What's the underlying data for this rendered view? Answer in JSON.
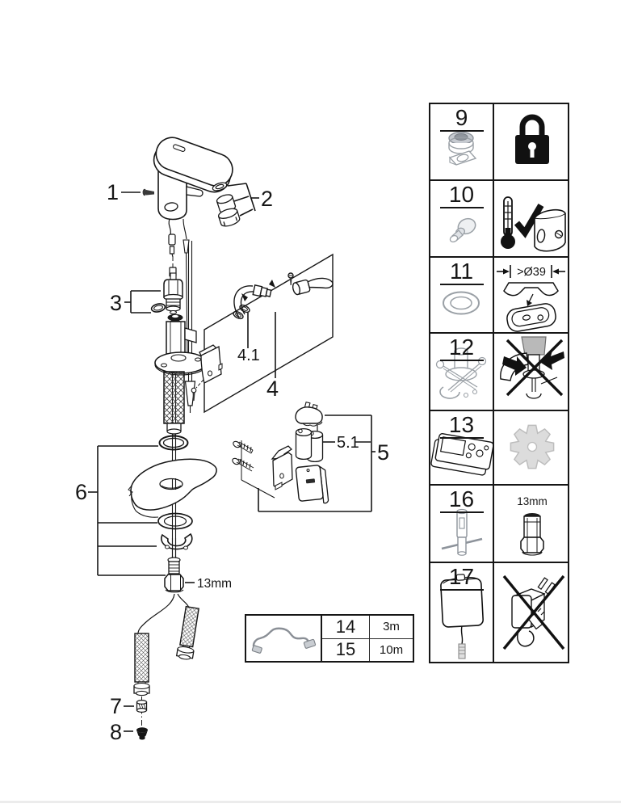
{
  "diagram": {
    "labels": {
      "p1": "1",
      "p2": "2",
      "p3": "3",
      "p4": "4",
      "p4_1": "4.1",
      "p5": "5",
      "p5_1": "5.1",
      "p6": "6",
      "p7": "7",
      "p8": "8",
      "nut_size": "13mm"
    }
  },
  "reference_grid": {
    "rows": [
      {
        "number": "9",
        "left_icon": "aerator-flow-restrictor-icon",
        "right_icon": "padlock-icon"
      },
      {
        "number": "10",
        "left_icon": "non-return-valve-icon",
        "right_icon": "thermometer-check-cover-icon"
      },
      {
        "number": "11",
        "left_icon": "o-ring-icon",
        "right_icon": "hole-diameter-icon",
        "dimension": ">Ø39"
      },
      {
        "number": "12",
        "left_icon": "fixing-set-icon",
        "right_icon": "no-sideways-mounting-icon"
      },
      {
        "number": "13",
        "left_icon": "remote-control-icon",
        "right_icon": "settings-gear-icon"
      },
      {
        "number": "16",
        "left_icon": "socket-spanner-icon",
        "right_icon": "socket-13mm-icon",
        "dimension": "13mm"
      },
      {
        "number": "17",
        "left_icon": "power-supply-icon",
        "right_icon": "no-plug-adapter-icon"
      }
    ]
  },
  "cable_table": {
    "icon": "extension-cable-icon",
    "rows": [
      {
        "number": "14",
        "length": "3m"
      },
      {
        "number": "15",
        "length": "10m"
      }
    ]
  },
  "colors": {
    "line": "#161616",
    "grey_part": "#9aa0a6",
    "gear_fill": "#dcdcdc"
  }
}
